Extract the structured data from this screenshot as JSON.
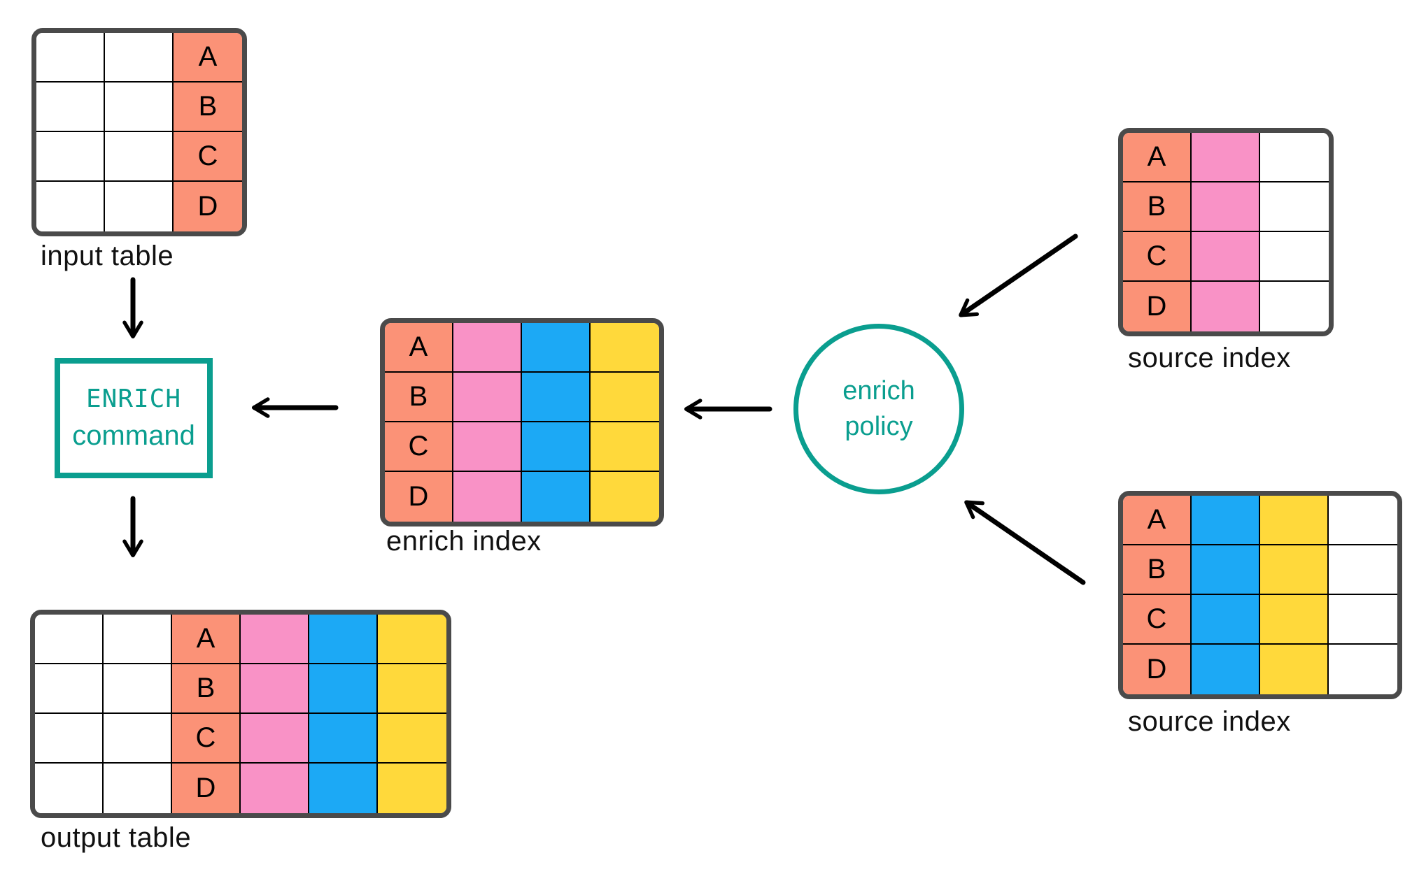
{
  "colors": {
    "salmon": "#FB9277",
    "pink": "#F992C6",
    "blue": "#1CA9F5",
    "yellow": "#FFD93B",
    "teal": "#0A9E8F",
    "table_border": "#4A4A4A",
    "grid_line": "#000000",
    "arrow": "#000000",
    "label_text": "#111111"
  },
  "nodes": {
    "enrich_command": {
      "line1": "ENRICH",
      "line2": "command"
    },
    "enrich_policy": {
      "line1": "enrich",
      "line2": "policy"
    }
  },
  "tables": [
    {
      "id": "input-table",
      "label": "input table",
      "row_keys": [
        "A",
        "B",
        "C",
        "D"
      ],
      "columns": [
        {
          "fill": "white"
        },
        {
          "fill": "white"
        },
        {
          "fill": "salmon",
          "keys": true
        }
      ]
    },
    {
      "id": "enrich-index",
      "label": "enrich index",
      "row_keys": [
        "A",
        "B",
        "C",
        "D"
      ],
      "columns": [
        {
          "fill": "salmon",
          "keys": true
        },
        {
          "fill": "pink"
        },
        {
          "fill": "blue"
        },
        {
          "fill": "yellow"
        }
      ]
    },
    {
      "id": "output-table",
      "label": "output table",
      "row_keys": [
        "A",
        "B",
        "C",
        "D"
      ],
      "columns": [
        {
          "fill": "white"
        },
        {
          "fill": "white"
        },
        {
          "fill": "salmon",
          "keys": true
        },
        {
          "fill": "pink"
        },
        {
          "fill": "blue"
        },
        {
          "fill": "yellow"
        }
      ]
    },
    {
      "id": "source-index-top",
      "label": "source index",
      "row_keys": [
        "A",
        "B",
        "C",
        "D"
      ],
      "columns": [
        {
          "fill": "salmon",
          "keys": true
        },
        {
          "fill": "pink"
        },
        {
          "fill": "white"
        }
      ]
    },
    {
      "id": "source-index-bottom",
      "label": "source index",
      "row_keys": [
        "A",
        "B",
        "C",
        "D"
      ],
      "columns": [
        {
          "fill": "salmon",
          "keys": true
        },
        {
          "fill": "blue"
        },
        {
          "fill": "yellow"
        },
        {
          "fill": "white"
        }
      ]
    }
  ]
}
